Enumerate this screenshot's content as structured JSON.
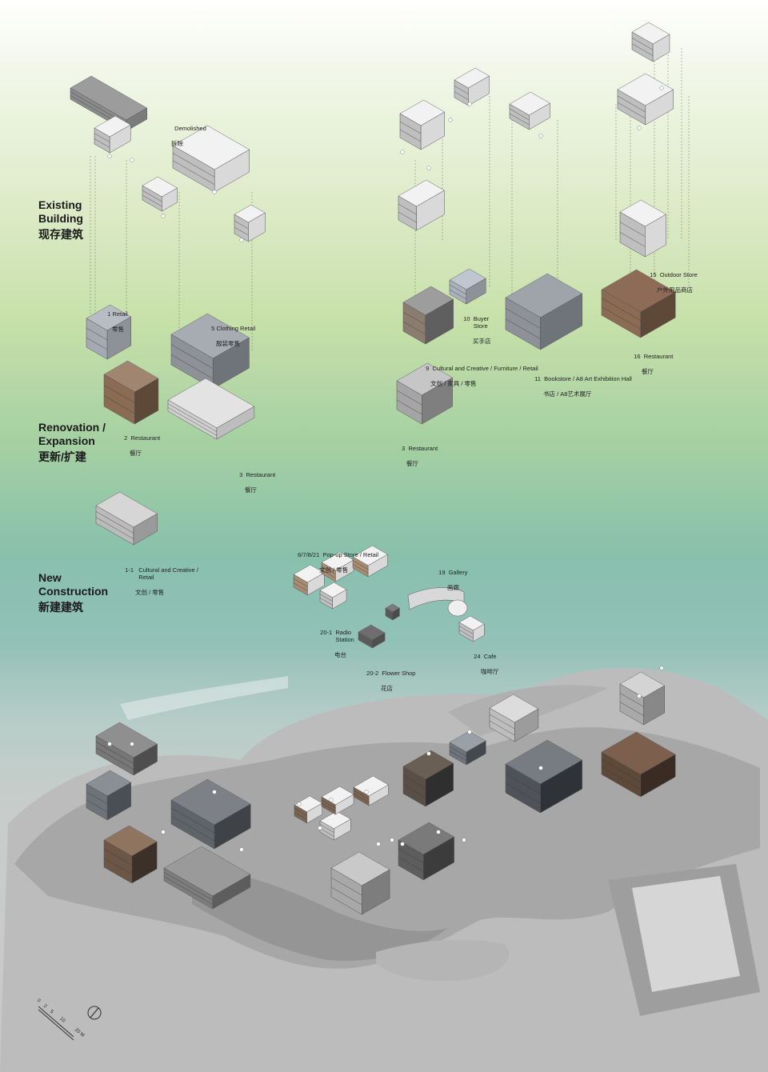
{
  "categories": [
    {
      "en": "Existing\nBuilding",
      "cn": "现存建筑"
    },
    {
      "en": "Renovation /\nExpansion",
      "cn": "更新/扩建"
    },
    {
      "en": "New\nConstruction",
      "cn": "新建建筑"
    }
  ],
  "labels": {
    "demolished": {
      "num": "",
      "en": "Demolished",
      "cn": "拆除"
    },
    "b1": {
      "num": "1",
      "en": "Retail",
      "cn": "零售"
    },
    "b2": {
      "num": "2",
      "en": "Restaurant",
      "cn": "餐厅"
    },
    "b3a": {
      "num": "3",
      "en": "Restaurant",
      "cn": "餐厅"
    },
    "b3b": {
      "num": "3",
      "en": "Restaurant",
      "cn": "餐厅"
    },
    "b5": {
      "num": "5",
      "en": "Clothing Retail",
      "cn": "服装零售"
    },
    "b9": {
      "num": "9",
      "en": "Cultural and Creative / Furniture / Retail",
      "cn": "文创 / 家具 / 零售"
    },
    "b10": {
      "num": "10",
      "en": "Buyer\nStore",
      "cn": "买手店"
    },
    "b11": {
      "num": "11",
      "en": "Bookstore / A8 Art Exhibition Hall",
      "cn": "书店 / A8艺术展厅"
    },
    "b15": {
      "num": "15",
      "en": "Outdoor Store",
      "cn": "户外用品商店"
    },
    "b16": {
      "num": "16",
      "en": "Restaurant",
      "cn": "餐厅"
    },
    "b11_1": {
      "num": "1-1",
      "en": "Cultural and Creative /\nRetail",
      "cn": "文创 / 零售"
    },
    "popup": {
      "num": "6/7/8/21",
      "en": "Pop-up Store / Retail",
      "cn": "文创 / 零售"
    },
    "b19": {
      "num": "19",
      "en": "Gallery",
      "cn": "画廊"
    },
    "b20_1": {
      "num": "20-1",
      "en": "Radio\nStation",
      "cn": "电台"
    },
    "b20_2": {
      "num": "20-2",
      "en": "Flower Shop",
      "cn": "花店"
    },
    "b24": {
      "num": "24",
      "en": "Cafe",
      "cn": "咖啡厅"
    }
  },
  "scale_bar": {
    "ticks": [
      "0",
      "2",
      "5",
      "10",
      "20 M"
    ]
  },
  "colors": {
    "roof_light": "#f2f2f2",
    "wall_grey": "#8e9298",
    "wood_brown": "#8a6c55",
    "ground_grey": "#b4b4b4",
    "connector_magenta": "#c24b8e",
    "connector_cyan": "#3aa6c2",
    "connector_dash": "#555555"
  }
}
